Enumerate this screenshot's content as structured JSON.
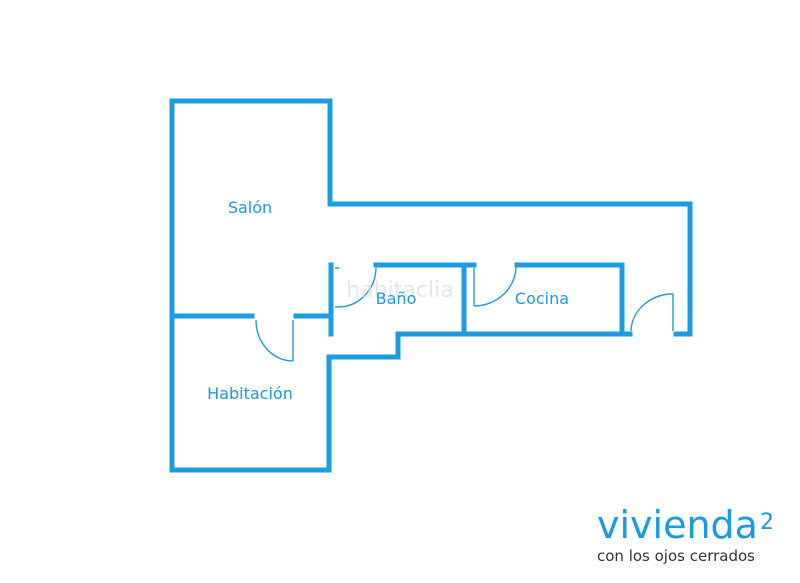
{
  "rooms": {
    "salon": "Salón",
    "habitacion": "Habitación",
    "bano": "Baño",
    "cocina": "Cocina"
  },
  "watermark": "habitaclia",
  "logo": {
    "name": "vivienda",
    "superscript": "2",
    "tagline": "con los ojos cerrados"
  },
  "colors": {
    "wall": "#1a9be4",
    "tagline": "#333333"
  }
}
